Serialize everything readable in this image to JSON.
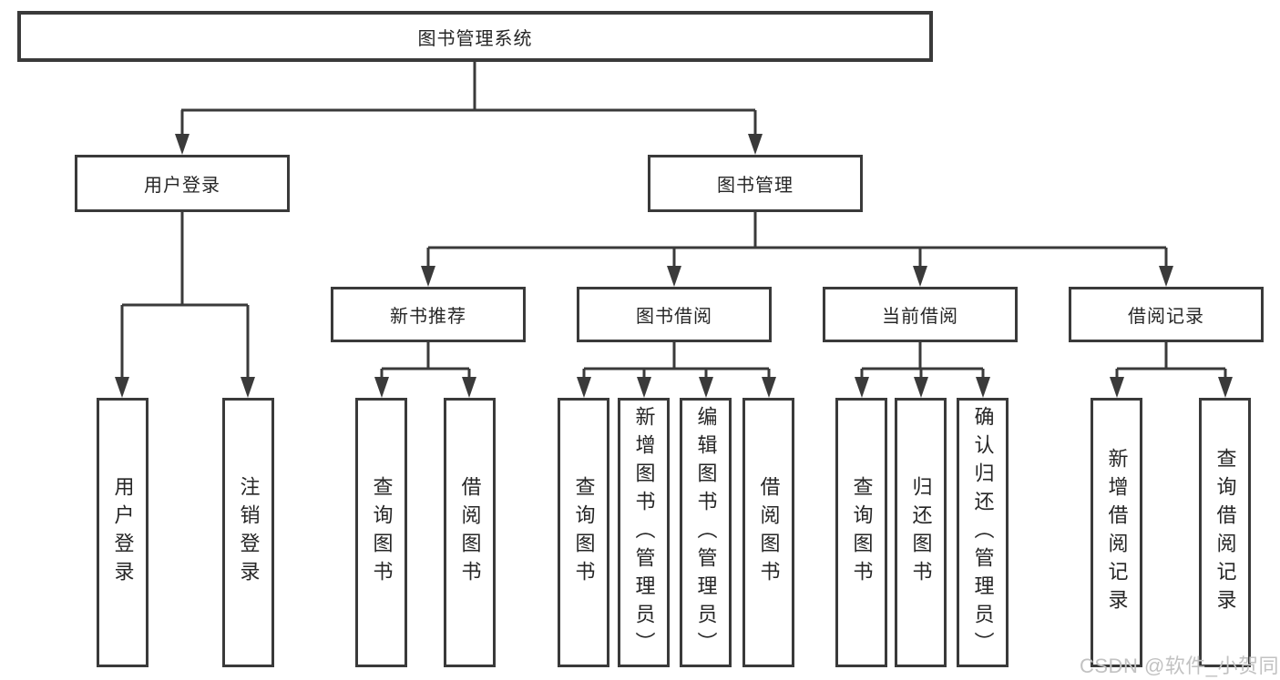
{
  "diagram": {
    "root": {
      "label": "图书管理系统"
    },
    "level2": [
      {
        "label": "用户登录"
      },
      {
        "label": "图书管理"
      }
    ],
    "level3": [
      {
        "parent": "图书管理",
        "label": "新书推荐"
      },
      {
        "parent": "图书管理",
        "label": "图书借阅"
      },
      {
        "parent": "图书管理",
        "label": "当前借阅"
      },
      {
        "parent": "图书管理",
        "label": "借阅记录"
      }
    ],
    "leaves": [
      {
        "parent": "用户登录",
        "label": "用户登录"
      },
      {
        "parent": "用户登录",
        "label": "注销登录"
      },
      {
        "parent": "新书推荐",
        "label": "查询图书"
      },
      {
        "parent": "新书推荐",
        "label": "借阅图书"
      },
      {
        "parent": "图书借阅",
        "label": "查询图书"
      },
      {
        "parent": "图书借阅",
        "label": "新增图书（管理员）"
      },
      {
        "parent": "图书借阅",
        "label": "编辑图书（管理员）"
      },
      {
        "parent": "图书借阅",
        "label": "借阅图书"
      },
      {
        "parent": "当前借阅",
        "label": "查询图书"
      },
      {
        "parent": "当前借阅",
        "label": "归还图书"
      },
      {
        "parent": "当前借阅",
        "label": "确认归还（管理员）"
      },
      {
        "parent": "借阅记录",
        "label": "新增借阅记录"
      },
      {
        "parent": "借阅记录",
        "label": "查询借阅记录"
      }
    ]
  },
  "watermark": {
    "text": "CSDN @软件_小贺同学"
  },
  "colors": {
    "line": "#3a3a3a",
    "text": "#262626",
    "watermark": "#c2c2c2",
    "background": "#ffffff"
  }
}
